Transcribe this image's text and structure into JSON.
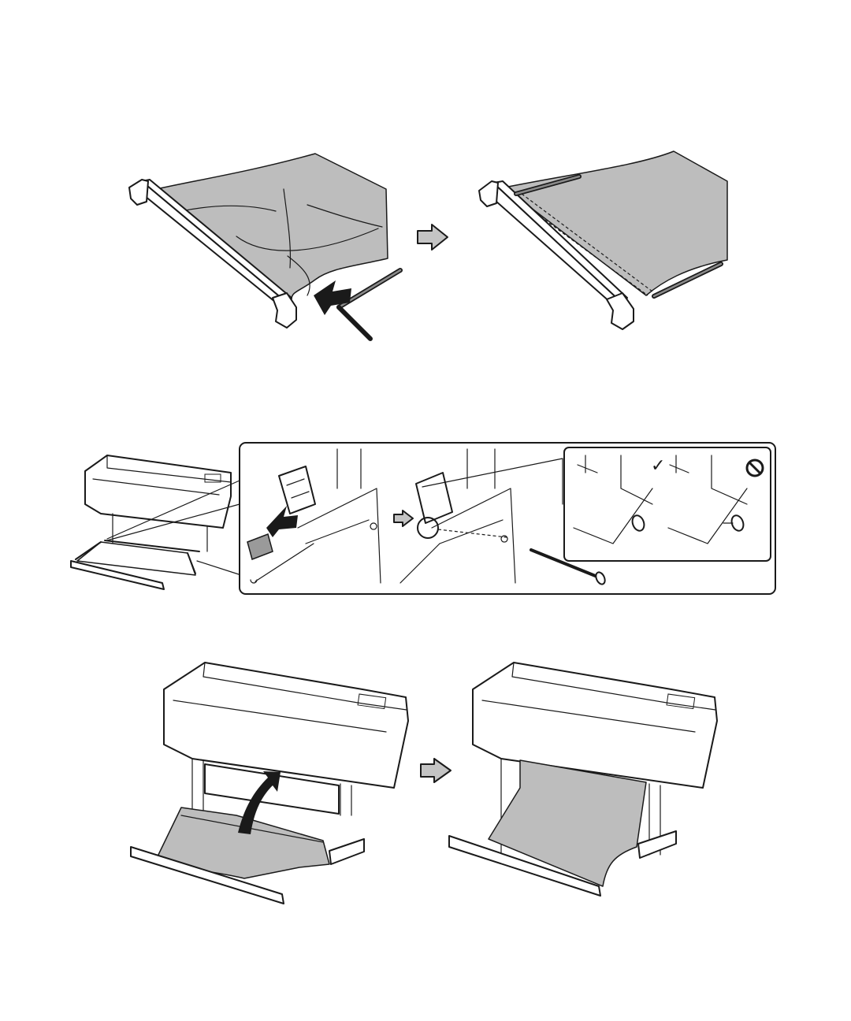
{
  "figure_1": {
    "left_panel": {
      "icon": "basket-cloth-rod-insert-illustration"
    },
    "step_arrow": {
      "icon": "right-arrow-icon"
    },
    "right_panel": {
      "icon": "basket-cloth-rod-inserted-illustration"
    }
  },
  "figure_2": {
    "overview": {
      "icon": "printer-with-basket-illustration"
    },
    "detail_box": {
      "step_a": {
        "icon": "holder-insert-illustration"
      },
      "step_arrow": {
        "icon": "right-arrow-icon"
      },
      "step_b": {
        "icon": "pin-insert-illustration"
      },
      "callout": {
        "correct": {
          "mark": "✓",
          "icon": "check-mark-icon"
        },
        "incorrect": {
          "icon": "prohibited-icon"
        }
      }
    }
  },
  "figure_3": {
    "left_panel": {
      "icon": "printer-cloth-flip-up-illustration"
    },
    "step_arrow": {
      "icon": "right-arrow-icon"
    },
    "right_panel": {
      "icon": "printer-cloth-attached-illustration"
    }
  }
}
